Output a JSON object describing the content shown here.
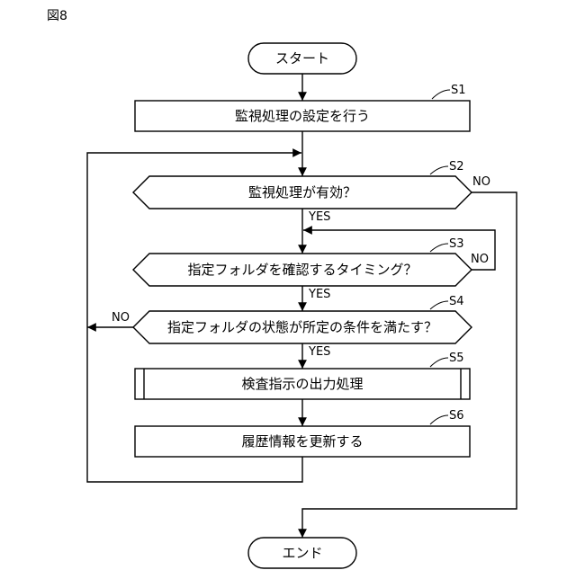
{
  "figure_label": "図8",
  "start": {
    "label": "スタート"
  },
  "end": {
    "label": "エンド"
  },
  "steps": [
    {
      "id": "S1",
      "label": "監視処理の設定を行う"
    },
    {
      "id": "S2",
      "label": "監視処理が有効？"
    },
    {
      "id": "S3",
      "label": "指定フォルダを確認するタイミング？"
    },
    {
      "id": "S4",
      "label": "指定フォルダの状態が所定の条件を満たす？"
    },
    {
      "id": "S5",
      "label": "検査指示の出力処理"
    },
    {
      "id": "S6",
      "label": "履歴情報を更新する"
    }
  ],
  "branches": {
    "yes": "YES",
    "no": "NO"
  }
}
